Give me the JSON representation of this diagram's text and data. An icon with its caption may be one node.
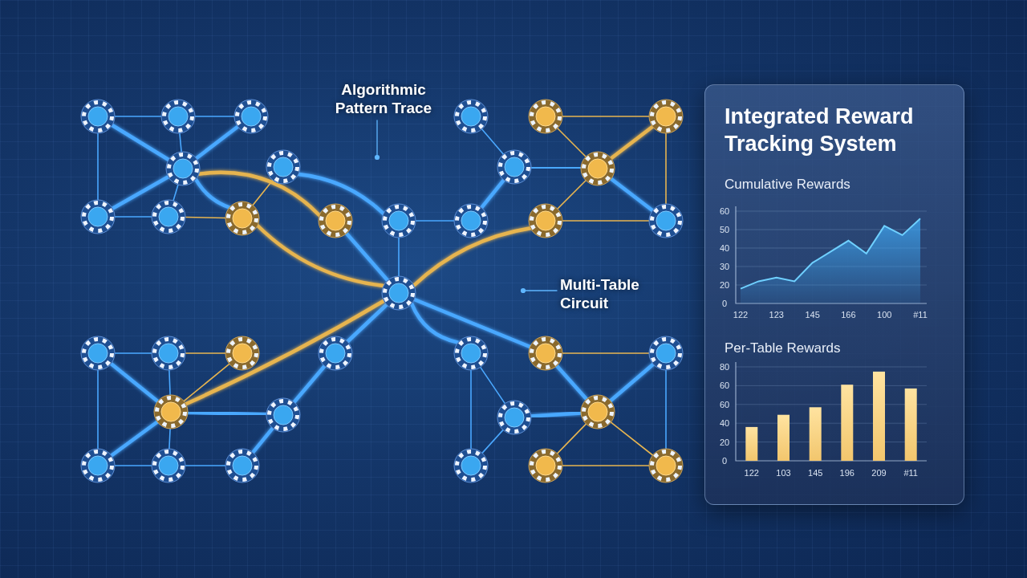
{
  "diagram": {
    "nodes": [
      {
        "text": [],
        "shape": "circle"
      },
      {
        "text": [],
        "shape": "circle"
      },
      {
        "text": [],
        "shape": "circle"
      },
      {
        "text": [],
        "shape": "circle"
      },
      {
        "text": [],
        "shape": "circle"
      },
      {
        "text": [],
        "shape": "circle"
      },
      {
        "text": [],
        "shape": "circle"
      },
      {
        "text": [],
        "shape": "circle"
      },
      {
        "text": [],
        "shape": "circle"
      },
      {
        "text": [],
        "shape": "circle"
      },
      {
        "text": [],
        "shape": "circle"
      },
      {
        "text": [],
        "shape": "circle"
      },
      {
        "text": [],
        "shape": "circle"
      },
      {
        "text": [],
        "shape": "circle"
      },
      {
        "text": [],
        "shape": "circle"
      },
      {
        "text": [],
        "shape": "circle"
      },
      {
        "text": [],
        "shape": "circle"
      },
      {
        "text": [],
        "shape": "circle"
      },
      {
        "text": [],
        "shape": "circle"
      },
      {
        "text": [],
        "shape": "circle"
      },
      {
        "text": [],
        "shape": "circle"
      },
      {
        "text": [],
        "shape": "circle"
      },
      {
        "text": [],
        "shape": "circle"
      },
      {
        "text": [],
        "shape": "circle"
      },
      {
        "text": [],
        "shape": "circle"
      },
      {
        "text": [],
        "shape": "circle"
      },
      {
        "text": [],
        "shape": "circle"
      },
      {
        "text": [],
        "shape": "circle"
      },
      {
        "text": [],
        "shape": "circle"
      },
      {
        "text": [],
        "shape": "circle"
      },
      {
        "text": [],
        "shape": "circle"
      },
      {
        "text": [],
        "shape": "circle"
      },
      {
        "text": [],
        "shape": "circle"
      },
      {
        "text": [],
        "shape": "circle"
      },
      {
        "text": [],
        "shape": "circle"
      },
      {
        "text": [],
        "shape": "circle"
      },
      {
        "text": [
          "Algorithmic Pattern Trace"
        ]
      },
      {
        "text": [
          "Multi-Table Circuit"
        ]
      },
      {
        "text": [
          "Integrated Reward Tracking System"
        ]
      }
    ],
    "edges": [
      {
        "from": 0,
        "to": 1,
        "arrow": "none"
      },
      {
        "from": 1,
        "to": 2,
        "arrow": "none"
      },
      {
        "from": 0,
        "to": 4,
        "arrow": "none"
      },
      {
        "from": 0,
        "to": 3,
        "arrow": "none",
        "style": "thick"
      },
      {
        "from": 1,
        "to": 3,
        "arrow": "none"
      },
      {
        "from": 2,
        "to": 3,
        "arrow": "none",
        "style": "thick"
      },
      {
        "from": 4,
        "to": 3,
        "arrow": "none",
        "style": "thick"
      },
      {
        "from": 5,
        "to": 3,
        "arrow": "none"
      },
      {
        "from": 4,
        "to": 5,
        "arrow": "none"
      },
      {
        "from": 5,
        "to": 6,
        "arrow": "none",
        "color": "#e6b450"
      },
      {
        "from": 3,
        "to": 6,
        "arrow": "none",
        "style": "thick"
      },
      {
        "from": 3,
        "to": 8,
        "arrow": "none",
        "style": "thick",
        "color": "#e6b450"
      },
      {
        "from": 7,
        "to": 6,
        "arrow": "none",
        "color": "#e6b450"
      },
      {
        "from": 7,
        "to": 9,
        "arrow": "none",
        "style": "thick"
      },
      {
        "from": 6,
        "to": 18,
        "arrow": "none",
        "style": "thick",
        "color": "#e6b450"
      },
      {
        "from": 8,
        "to": 18,
        "arrow": "none",
        "style": "thick"
      },
      {
        "from": 9,
        "to": 18,
        "arrow": "none"
      },
      {
        "from": 9,
        "to": 15,
        "arrow": "none"
      },
      {
        "from": 10,
        "to": 13,
        "arrow": "none"
      },
      {
        "from": 13,
        "to": 15,
        "arrow": "none",
        "style": "thick"
      },
      {
        "from": 13,
        "to": 14,
        "arrow": "none",
        "style": "thick"
      },
      {
        "from": 11,
        "to": 12,
        "arrow": "none",
        "color": "#e6b450"
      },
      {
        "from": 11,
        "to": 14,
        "arrow": "none",
        "color": "#e6b450"
      },
      {
        "from": 12,
        "to": 14,
        "arrow": "none",
        "style": "thick",
        "color": "#e6b450"
      },
      {
        "from": 12,
        "to": 17,
        "arrow": "none",
        "color": "#e6b450"
      },
      {
        "from": 14,
        "to": 17,
        "arrow": "none",
        "style": "thick"
      },
      {
        "from": 14,
        "to": 16,
        "arrow": "none",
        "color": "#e6b450"
      },
      {
        "from": 16,
        "to": 17,
        "arrow": "none",
        "color": "#e6b450"
      },
      {
        "from": 18,
        "to": 16,
        "arrow": "none",
        "style": "thick",
        "color": "#e6b450"
      },
      {
        "from": 18,
        "to": 23,
        "arrow": "none",
        "style": "thick"
      },
      {
        "from": 18,
        "to": 24,
        "arrow": "none",
        "style": "thick"
      },
      {
        "from": 23,
        "to": 28,
        "arrow": "none"
      },
      {
        "from": 28,
        "to": 33,
        "arrow": "none"
      },
      {
        "from": 23,
        "to": 33,
        "arrow": "none"
      },
      {
        "from": 28,
        "to": 29,
        "arrow": "none",
        "style": "thick"
      },
      {
        "from": 24,
        "to": 25,
        "arrow": "none",
        "color": "#e6b450"
      },
      {
        "from": 24,
        "to": 29,
        "arrow": "none",
        "style": "thick"
      },
      {
        "from": 25,
        "to": 29,
        "arrow": "none",
        "style": "thick"
      },
      {
        "from": 25,
        "to": 35,
        "arrow": "none"
      },
      {
        "from": 29,
        "to": 34,
        "arrow": "none",
        "color": "#e6b450"
      },
      {
        "from": 29,
        "to": 35,
        "arrow": "none",
        "color": "#e6b450"
      },
      {
        "from": 34,
        "to": 35,
        "arrow": "none",
        "color": "#e6b450"
      },
      {
        "from": 19,
        "to": 20,
        "arrow": "none"
      },
      {
        "from": 20,
        "to": 21,
        "arrow": "none",
        "color": "#e6b450"
      },
      {
        "from": 19,
        "to": 30,
        "arrow": "none"
      },
      {
        "from": 19,
        "to": 26,
        "arrow": "none",
        "style": "thick"
      },
      {
        "from": 20,
        "to": 26,
        "arrow": "none"
      },
      {
        "from": 21,
        "to": 26,
        "arrow": "none",
        "color": "#e6b450"
      },
      {
        "from": 26,
        "to": 30,
        "arrow": "none",
        "style": "thick"
      },
      {
        "from": 26,
        "to": 31,
        "arrow": "none"
      },
      {
        "from": 30,
        "to": 31,
        "arrow": "none"
      },
      {
        "from": 31,
        "to": 32,
        "arrow": "none"
      },
      {
        "from": 26,
        "to": 27,
        "arrow": "none",
        "style": "thick"
      },
      {
        "from": 27,
        "to": 22,
        "arrow": "none",
        "style": "thick"
      },
      {
        "from": 32,
        "to": 27,
        "arrow": "none",
        "style": "thick"
      },
      {
        "from": 22,
        "to": 18,
        "arrow": "none",
        "style": "thick"
      },
      {
        "from": 26,
        "to": 18,
        "arrow": "none",
        "style": "thick",
        "color": "#e6b450"
      },
      {
        "from": 36,
        "to": null,
        "arrow": "other"
      },
      {
        "from": 37,
        "to": null,
        "arrow": "other"
      }
    ],
    "labels": [
      "0",
      "80",
      "60"
    ],
    "chart_data": [
      {
        "type": "area",
        "title": "Cumulative Rewards",
        "categories": [
          "122",
          null,
          "123",
          null,
          "145",
          null,
          "166",
          null,
          "100",
          null,
          "#11"
        ],
        "series": [
          {
            "color": "#3fa9f5",
            "values": [
              18,
              22,
              24,
              22,
              32,
              38,
              44,
              37,
              52,
              47,
              56
            ]
          }
        ],
        "ylim": [
          10,
          60
        ],
        "yticks": [
          20,
          30,
          40,
          50,
          60
        ],
        "grid": true
      },
      {
        "type": "bar",
        "title": "Per-Table Rewards",
        "categories": [
          "122",
          "103",
          "145",
          "196",
          "209",
          "#11"
        ],
        "series": [
          {
            "color": "#f2c66d",
            "values": [
              36,
              49,
              57,
              81,
              95,
              77
            ]
          }
        ],
        "ylim": [
          0,
          100
        ],
        "yticks": [
          0,
          20,
          40,
          60
        ],
        "grid": true
      }
    ]
  }
}
